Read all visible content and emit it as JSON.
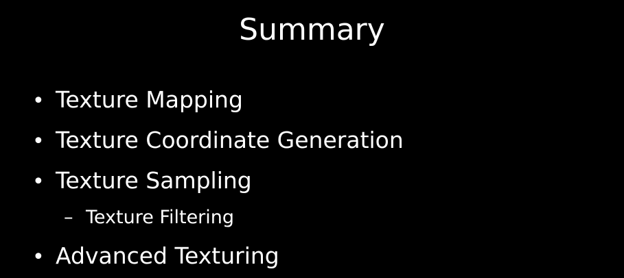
{
  "slide": {
    "title": "Summary",
    "bullet_glyph": "•",
    "sub_glyph": "–",
    "items": [
      {
        "label": "Texture Mapping"
      },
      {
        "label": "Texture Coordinate Generation"
      },
      {
        "label": "Texture Sampling"
      },
      {
        "label": "Texture Filtering"
      },
      {
        "label": "Advanced Texturing"
      }
    ]
  },
  "colors": {
    "background": "#000000",
    "text": "#ffffff"
  }
}
